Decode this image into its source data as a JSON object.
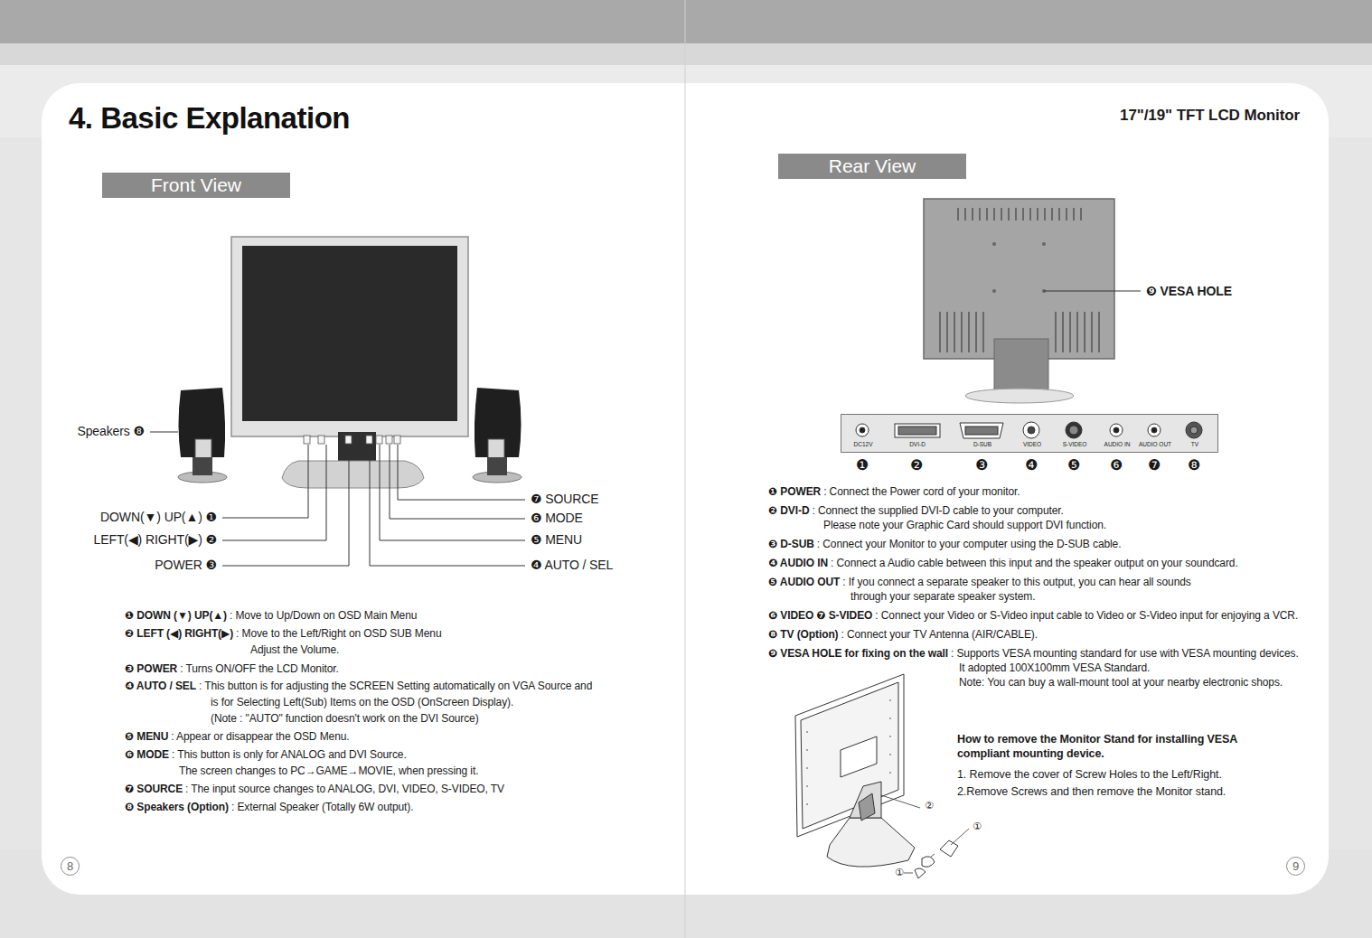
{
  "diagram": {
    "title": "4. Basic Explanation",
    "nodes": [
      {
        "text": [
          "Front View"
        ]
      },
      {
        "text": [
          "Rear View"
        ]
      },
      {
        "text": [
          "DC12V",
          "DVI-D",
          "D-SUB",
          "VIDEO",
          "S-VIDEO",
          "AUDIO IN",
          "AUDIO OUT",
          "TV"
        ]
      },
      {
        "text": [
          "8"
        ]
      },
      {
        "text": [
          "9"
        ]
      }
    ],
    "labels": [
      "17\"/19\" TFT LCD Monitor",
      "Speakers ❽",
      "DOWN(▼) UP(▲) ❶",
      "LEFT(◀) RIGHT(▶) ❷",
      "POWER ❸",
      "❼ SOURCE",
      "❻ MODE",
      "❺ MENU",
      "❹ AUTO / SEL",
      "❶ DOWN (▼) UP(▲)",
      ": Move to Up/Down on OSD Main Menu",
      "❷ LEFT (◀) RIGHT(▶)",
      ": Move to the Left/Right on OSD SUB Menu",
      "Adjust the Volume.",
      "❸ POWER",
      ": Turns ON/OFF the LCD Monitor.",
      "❹ AUTO / SEL",
      ": This button is for adjusting the SCREEN Setting automatically on VGA Source and",
      "is for Selecting Left(Sub) Items on the OSD (OnScreen Display).",
      "(Note : \"AUTO\" function doesn't work on the DVI Source)",
      "❺ MENU",
      ": Appear or disappear the OSD Menu.",
      "❻ MODE",
      ": This button is only for ANALOG and DVI Source.",
      "The screen changes to PC→GAME→MOVIE, when pressing it.",
      "❼ SOURCE",
      ": The input source changes to ANALOG, DVI, VIDEO, S-VIDEO, TV",
      "❽ Speakers (Option)",
      ": External Speaker (Totally 6W output).",
      "❾ VESA HOLE",
      "❶",
      "❷",
      "❸",
      "❹",
      "❺",
      "❻",
      "❼",
      "❽",
      "❶ POWER",
      ": Connect the Power cord of your monitor.",
      "❷ DVI-D",
      ": Connect the supplied DVI-D cable to your computer.",
      "Please note your Graphic Card should support DVI function.",
      "❸ D-SUB",
      ": Connect your Monitor to your computer using the D-SUB cable.",
      "❹ AUDIO IN",
      ": Connect a Audio cable between this input and the speaker output on your soundcard.",
      "❺ AUDIO OUT",
      ": If you connect a separate speaker to this output, you can hear all sounds",
      "through your separate speaker system.",
      "❻ VIDEO ❼ S-VIDEO",
      ": Connect your Video or S-Video input cable to Video or S-Video input for enjoying a VCR.",
      "❽ TV (Option)",
      ": Connect your TV Antenna (AIR/CABLE).",
      "❾ VESA HOLE for fixing on the wall",
      ": Supports VESA mounting standard for use with VESA mounting devices.",
      "It adopted 100X100mm VESA Standard.",
      "Note: You can buy a wall-mount tool at your nearby electronic shops.",
      "How to remove the Monitor Stand for installing VESA compliant mounting device.",
      "1. Remove the cover of Screw Holes to the Left/Right.",
      "2.Remove Screws and then remove the Monitor stand.",
      "②",
      "①",
      "①"
    ]
  }
}
